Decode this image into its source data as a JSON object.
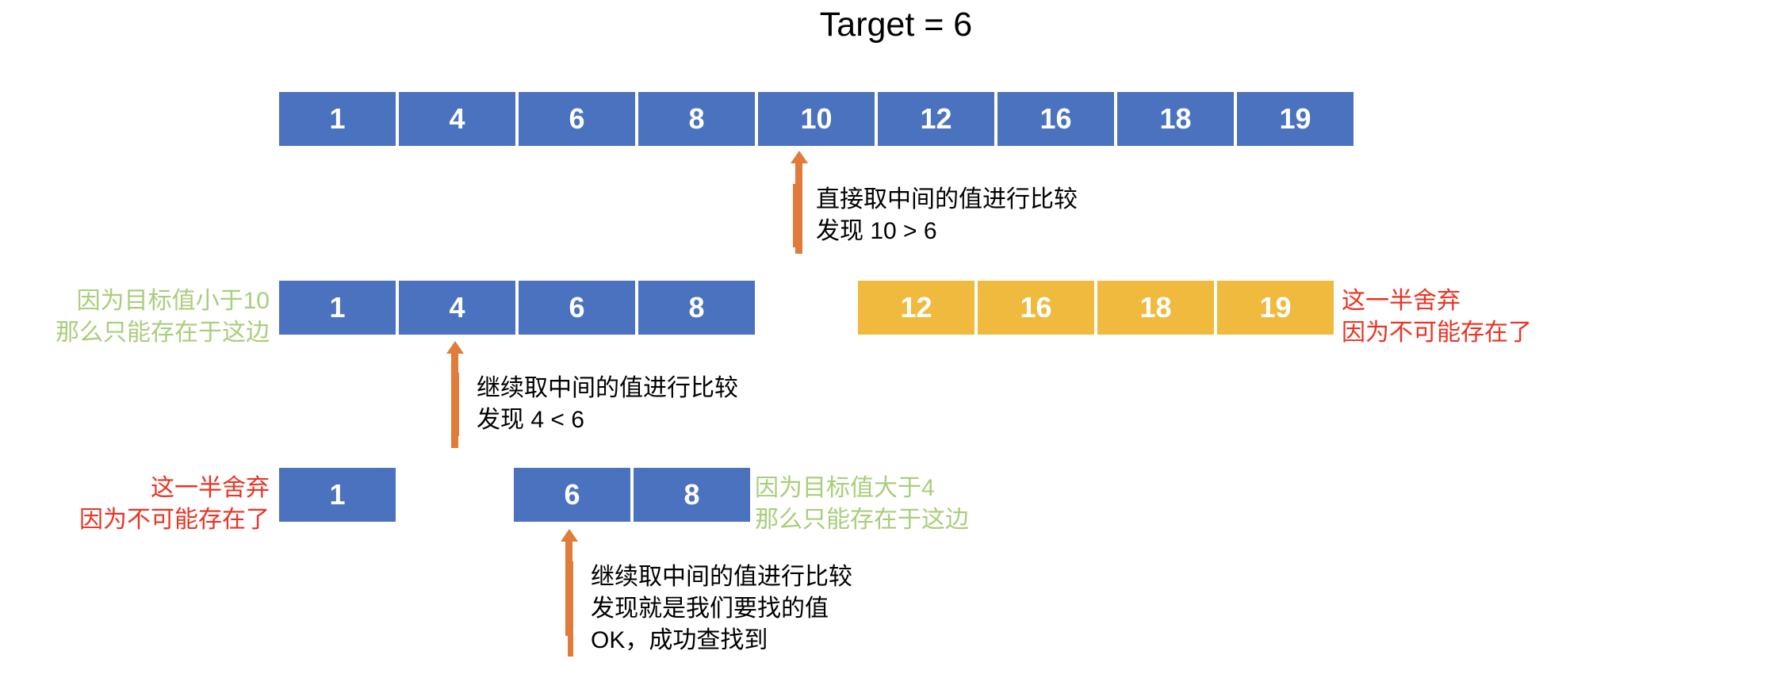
{
  "diagram": {
    "title": "Target = 6",
    "colors": {
      "active_cell": "#4a72bf",
      "discarded_cell": "#efba3d",
      "arrow": "#e07b39",
      "keep_note": "#a9ce7a",
      "discard_note": "#ea3323",
      "text": "#000000",
      "background": "#ffffff"
    },
    "rows": [
      {
        "name": "full-array",
        "active_values": [
          "1",
          "4",
          "6",
          "8",
          "10",
          "12",
          "16",
          "18",
          "19"
        ],
        "discarded_values": []
      },
      {
        "name": "first-halving",
        "active_values": [
          "1",
          "4",
          "6",
          "8"
        ],
        "discarded_values": [
          "12",
          "16",
          "18",
          "19"
        ]
      },
      {
        "name": "second-halving",
        "active_values": [
          "1",
          "6",
          "8"
        ],
        "discarded_values": []
      }
    ],
    "annotations": [
      {
        "name": "step-1",
        "lines": [
          "直接取中间的值进行比较",
          "发现 10 > 6"
        ]
      },
      {
        "name": "step-2",
        "lines": [
          "继续取中间的值进行比较",
          "发现 4 < 6"
        ]
      },
      {
        "name": "step-3",
        "lines": [
          "继续取中间的值进行比较",
          "发现就是我们要找的值",
          "OK，成功查找到"
        ]
      }
    ],
    "side_labels": [
      {
        "name": "row2-keep-left",
        "type": "keep",
        "lines": [
          "因为目标值小于10",
          "那么只能存在于这边"
        ]
      },
      {
        "name": "row2-discard-right",
        "type": "discard",
        "lines": [
          "这一半舍弃",
          "因为不可能存在了"
        ]
      },
      {
        "name": "row3-discard-left",
        "type": "discard",
        "lines": [
          "这一半舍弃",
          "因为不可能存在了"
        ]
      },
      {
        "name": "row3-keep-right",
        "type": "keep",
        "lines": [
          "因为目标值大于4",
          "那么只能存在于这边"
        ]
      }
    ]
  }
}
